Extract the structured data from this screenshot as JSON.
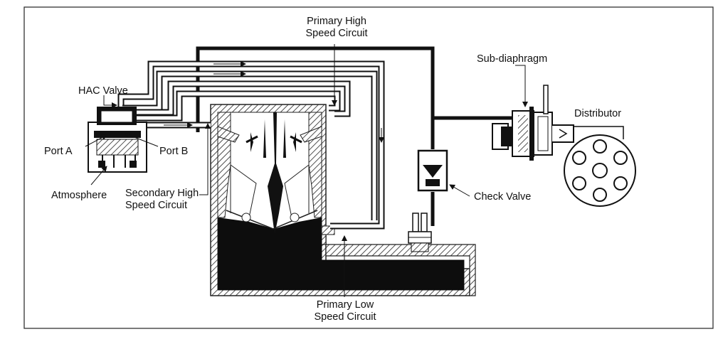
{
  "labels": {
    "primary_high": [
      "Primary High",
      "Speed Circuit"
    ],
    "sub_diaphragm": "Sub-diaphragm",
    "hac_valve": "HAC Valve",
    "distributor": "Distributor",
    "port_a": "Port A",
    "port_b": "Port B",
    "atmosphere": "Atmosphere",
    "secondary_high": [
      "Secondary High",
      "Speed Circuit"
    ],
    "check_valve": "Check Valve",
    "primary_low": [
      "Primary Low",
      "Speed Circuit"
    ]
  }
}
